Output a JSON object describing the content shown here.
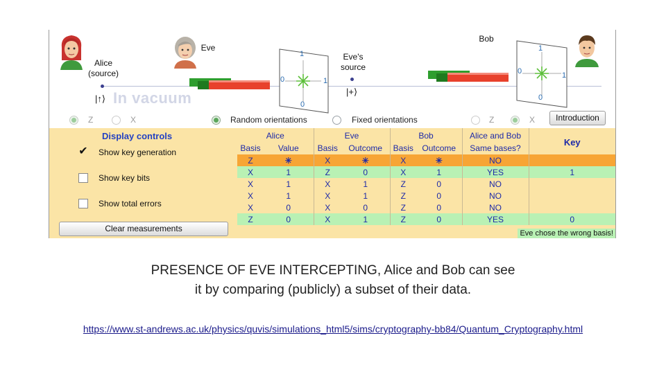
{
  "sim": {
    "alice_label": "Alice",
    "alice_sub": "(source)",
    "eve_label": "Eve",
    "bob_label": "Bob",
    "eve_source_label": "Eve's",
    "eve_source_sub": "source",
    "alice_ket": "|↑⟩",
    "eve_ket": "|+⟩",
    "medium_label": "In vacuum",
    "eve_detector": {
      "top": "1",
      "left": "0",
      "right": "1",
      "bottom": "0"
    },
    "bob_detector": {
      "top": "1",
      "left": "0",
      "right": "1",
      "bottom": "0"
    },
    "radios": {
      "alice_z": "Z",
      "alice_x": "X",
      "random": "Random orientations",
      "fixed": "Fixed orientations",
      "bob_z": "Z",
      "bob_x": "X"
    },
    "intro_button": "Introduction"
  },
  "controls": {
    "title": "Display controls",
    "show_key_generation": "Show key generation",
    "show_key_generation_checked": true,
    "show_key_bits": "Show key bits",
    "show_total_errors": "Show total errors",
    "clear_button": "Clear measurements",
    "check_mark": "✔"
  },
  "table": {
    "group_headers": [
      "Alice",
      "Eve",
      "Bob",
      "Alice and Bob"
    ],
    "key_header": "Key",
    "sub_headers": [
      "Basis",
      "Value",
      "Basis",
      "Outcome",
      "Basis",
      "Outcome",
      "Same bases?"
    ],
    "rows": [
      {
        "cells": [
          "Z",
          "✳",
          "X",
          "✳",
          "X",
          "✳",
          "NO",
          ""
        ],
        "style": "orange"
      },
      {
        "cells": [
          "X",
          "1",
          "Z",
          "0",
          "X",
          "1",
          "YES",
          "1"
        ],
        "style": "green"
      },
      {
        "cells": [
          "X",
          "1",
          "X",
          "1",
          "Z",
          "0",
          "NO",
          ""
        ],
        "style": "plain"
      },
      {
        "cells": [
          "X",
          "1",
          "X",
          "1",
          "Z",
          "0",
          "NO",
          ""
        ],
        "style": "plain"
      },
      {
        "cells": [
          "X",
          "0",
          "X",
          "0",
          "Z",
          "0",
          "NO",
          ""
        ],
        "style": "plain"
      },
      {
        "cells": [
          "Z",
          "0",
          "X",
          "1",
          "Z",
          "0",
          "YES",
          "0"
        ],
        "style": "green"
      }
    ],
    "note": "Eve chose the wrong basis!"
  },
  "caption": {
    "line1": "PRESENCE OF EVE INTERCEPTING, Alice and Bob can see",
    "line2": "it by comparing (publicly) a subset of their data."
  },
  "link": "https://www.st-andrews.ac.uk/physics/quvis/simulations_html5/sims/cryptography-bb84/Quantum_Cryptography.html",
  "colors": {
    "panel": "#fbe4a6",
    "orange_row": "#f7a535",
    "green_row": "#b9f1b4",
    "table_text": "#1e2aa8",
    "photon_red": "#e8412c",
    "photon_green": "#2e9e2e"
  }
}
